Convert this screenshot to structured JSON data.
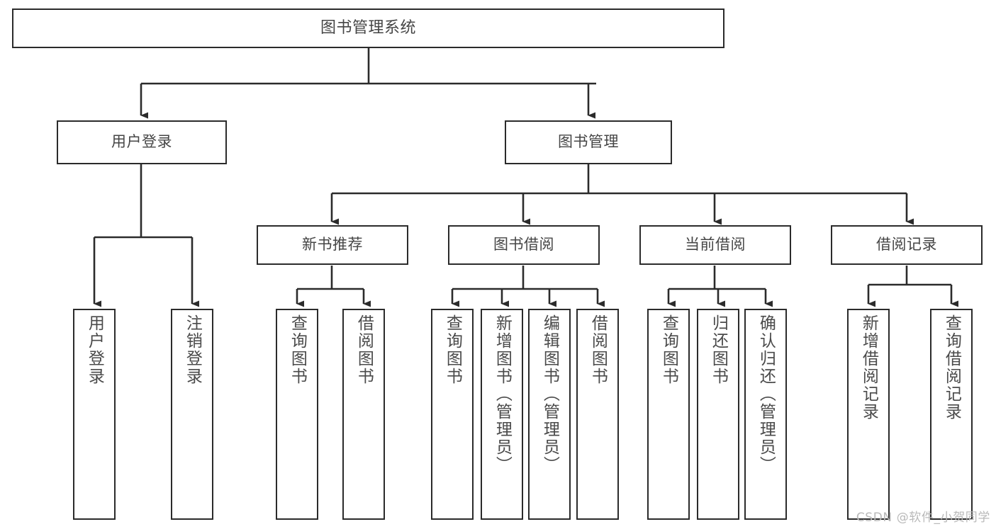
{
  "diagram": {
    "type": "tree",
    "title": "图书管理系统",
    "orientation": "top-down",
    "stroke_color": "#2b2b2b",
    "text_color": "#454545",
    "background_color": "#ffffff",
    "watermark": "CSDN @软件_小贺同学"
  },
  "nodes": {
    "root": {
      "label": "图书管理系统",
      "level": 1
    },
    "l2": [
      {
        "id": "user-login",
        "label": "用户登录",
        "level": 2
      },
      {
        "id": "book-manage",
        "label": "图书管理",
        "level": 2
      }
    ],
    "l3": [
      {
        "id": "new-book-recommend",
        "label": "新书推荐",
        "level": 3
      },
      {
        "id": "book-borrow",
        "label": "图书借阅",
        "level": 3
      },
      {
        "id": "current-borrow",
        "label": "当前借阅",
        "level": 3
      },
      {
        "id": "borrow-record",
        "label": "借阅记录",
        "level": 3
      }
    ],
    "leaves": [
      {
        "id": "leaf-user-login",
        "label": "用户登录",
        "parent": "user-login"
      },
      {
        "id": "leaf-logout",
        "label": "注销登录",
        "parent": "user-login"
      },
      {
        "id": "leaf-query-book-1",
        "label": "查询图书",
        "parent": "new-book-recommend"
      },
      {
        "id": "leaf-borrow-book-1",
        "label": "借阅图书",
        "parent": "new-book-recommend"
      },
      {
        "id": "leaf-query-book-2",
        "label": "查询图书",
        "parent": "book-borrow"
      },
      {
        "id": "leaf-add-book",
        "label": "新增图书（管理员）",
        "parent": "book-borrow"
      },
      {
        "id": "leaf-edit-book",
        "label": "编辑图书（管理员）",
        "parent": "book-borrow"
      },
      {
        "id": "leaf-borrow-book-2",
        "label": "借阅图书",
        "parent": "book-borrow"
      },
      {
        "id": "leaf-query-book-3",
        "label": "查询图书",
        "parent": "current-borrow"
      },
      {
        "id": "leaf-return-book",
        "label": "归还图书",
        "parent": "current-borrow"
      },
      {
        "id": "leaf-confirm-return",
        "label": "确认归还（管理员）",
        "parent": "current-borrow"
      },
      {
        "id": "leaf-add-record",
        "label": "新增借阅记录",
        "parent": "borrow-record"
      },
      {
        "id": "leaf-query-record",
        "label": "查询借阅记录",
        "parent": "borrow-record"
      }
    ]
  },
  "footer": {
    "watermark": "CSDN @软件_小贺同学"
  }
}
